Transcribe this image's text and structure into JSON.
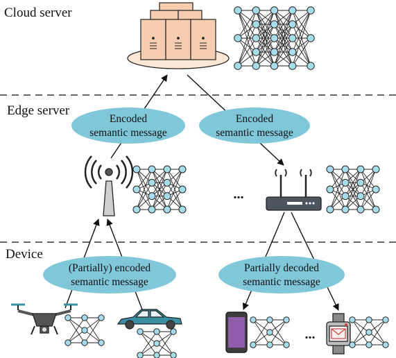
{
  "tiers": {
    "cloud": "Cloud server",
    "edge": "Edge server",
    "device": "Device"
  },
  "bubbles": {
    "edge_up": [
      "Encoded",
      "semantic message"
    ],
    "edge_down": [
      "Encoded",
      "semantic message"
    ],
    "device_up": [
      "(Partially) encoded",
      "semantic message"
    ],
    "device_down": [
      "Partially decoded",
      "semantic message"
    ]
  },
  "ellipsis": "...",
  "colors": {
    "bubble": "#7fc7d9",
    "server": "#f6cdb0",
    "server_base": "#fde6d3",
    "node": "#a7dcea",
    "phone": "#8e5dab",
    "car": "#3a8fa3",
    "drone": "#555555",
    "dash": "#333333"
  }
}
